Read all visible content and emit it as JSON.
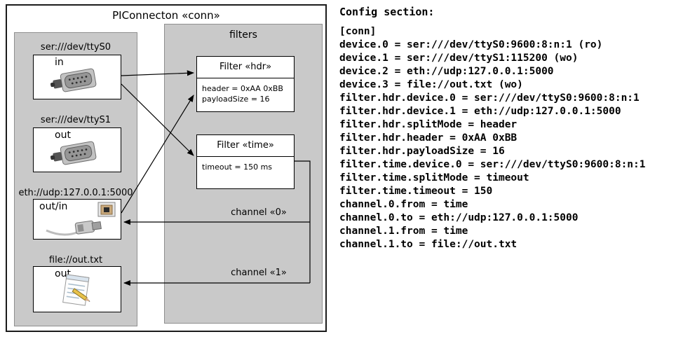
{
  "diagram": {
    "title": "PIConnecton «conn»",
    "devices": [
      {
        "caption": "ser:///dev/ttyS0",
        "port": "in"
      },
      {
        "caption": "ser:///dev/ttyS1",
        "port": "out"
      },
      {
        "caption": "eth://udp:127.0.0.1:5000",
        "port": "out/in"
      },
      {
        "caption": "file://out.txt",
        "port": "out"
      }
    ],
    "filters": {
      "panel_title": "filters",
      "hdr": {
        "title": "Filter «hdr»",
        "params": [
          "header = 0xAA 0xBB",
          "payloadSize = 16"
        ]
      },
      "time": {
        "title": "Filter «time»",
        "params": [
          "timeout = 150 ms"
        ]
      }
    },
    "channels": [
      {
        "label": "channel «0»"
      },
      {
        "label": "channel «1»"
      }
    ]
  },
  "config": {
    "title": "Config section:",
    "lines": [
      "[conn]",
      "device.0 = ser:///dev/ttyS0:9600:8:n:1 (ro)",
      "device.1 = ser:///dev/ttyS1:115200 (wo)",
      "device.2 = eth://udp:127.0.0.1:5000",
      "device.3 = file://out.txt (wo)",
      "filter.hdr.device.0 = ser:///dev/ttyS0:9600:8:n:1",
      "filter.hdr.device.1 = eth://udp:127.0.0.1:5000",
      "filter.hdr.splitMode = header",
      "filter.hdr.header = 0xAA 0xBB",
      "filter.hdr.payloadSize = 16",
      "filter.time.device.0 = ser:///dev/ttyS0:9600:8:n:1",
      "filter.time.splitMode = timeout",
      "filter.time.timeout = 150",
      "channel.0.from = time",
      "channel.0.to = eth://udp:127.0.0.1:5000",
      "channel.1.from = time",
      "channel.1.to = file://out.txt"
    ]
  }
}
